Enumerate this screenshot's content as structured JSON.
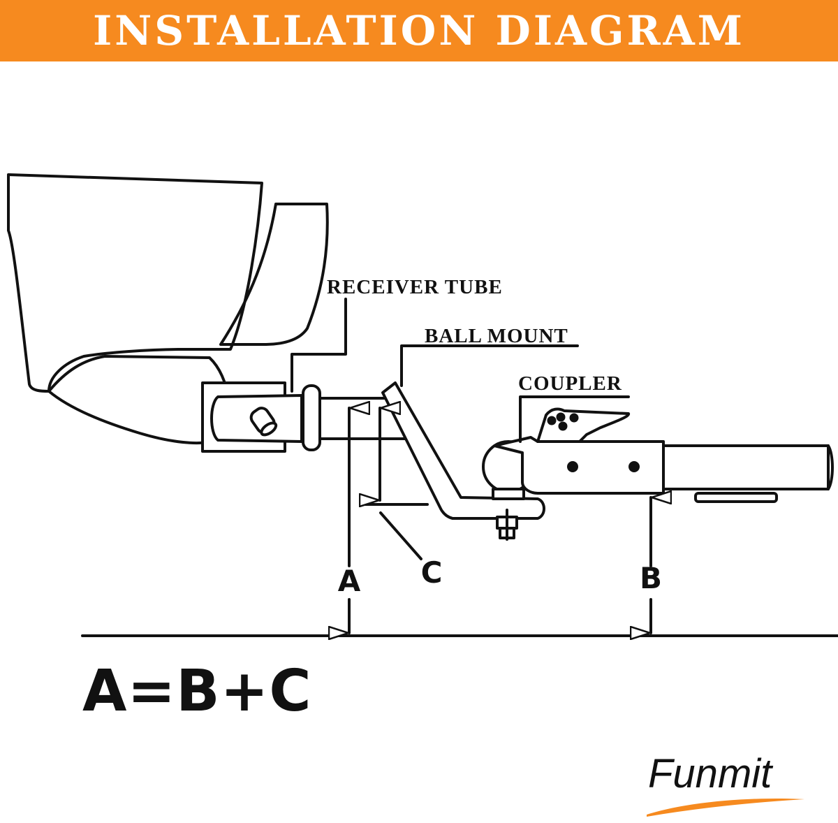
{
  "header": {
    "title": "INSTALLATION DIAGRAM",
    "background_color": "#f68a1f",
    "text_color": "#ffffff"
  },
  "labels": {
    "receiver_tube": "RECEIVER TUBE",
    "ball_mount": "BALL MOUNT",
    "coupler": "COUPLER"
  },
  "dimensions": {
    "a": "A",
    "b": "B",
    "c": "C"
  },
  "formula": "A=B+C",
  "brand": {
    "name": "Funmit",
    "swoosh_color": "#f68a1f"
  }
}
